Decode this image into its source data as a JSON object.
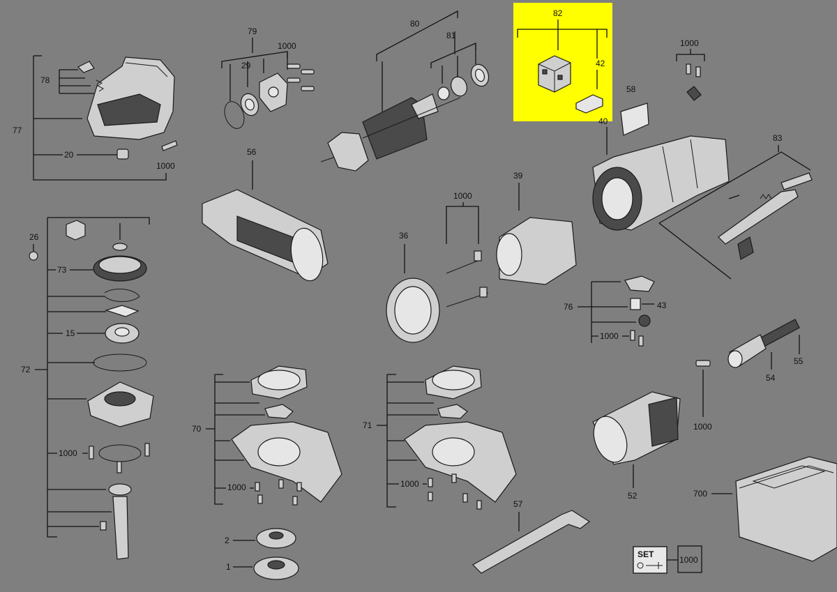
{
  "colors": {
    "background": "#7f7f7f",
    "highlight": "#ffff00",
    "line": "#111111"
  },
  "labels": {
    "l77": "77",
    "l78": "78",
    "l20": "20",
    "l1000_77": "1000",
    "l79": "79",
    "l29": "29",
    "l1000_79": "1000",
    "l80": "80",
    "l81": "81",
    "l82": "82",
    "l42": "42",
    "l1000_tr": "1000",
    "l58": "58",
    "l40": "40",
    "l83": "83",
    "l56": "56",
    "l39": "39",
    "l1000_mid": "1000",
    "l36": "36",
    "l26": "26",
    "l73": "73",
    "l15": "15",
    "l72": "72",
    "l1000_72": "1000",
    "l76": "76",
    "l43": "43",
    "l1000_76": "1000",
    "l55": "55",
    "l54": "54",
    "l1000_54": "1000",
    "l70": "70",
    "l1000_70": "1000",
    "l71": "71",
    "l1000_71": "1000",
    "l57": "57",
    "l52": "52",
    "l700": "700",
    "l2": "2",
    "l1": "1",
    "set_text": "SET",
    "set_box": "1000"
  }
}
